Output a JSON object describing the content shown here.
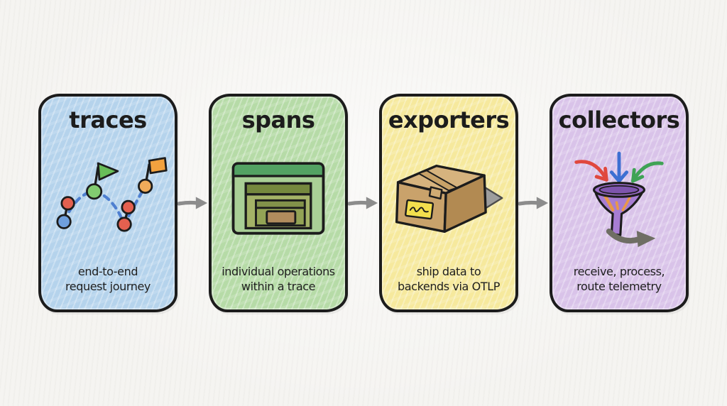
{
  "diagram_title": "",
  "palette": {
    "paper": "#f5f4f1",
    "ink": "#1c1c1c",
    "connector_arrow_gray": "#8c8c8c",
    "card_traces_blue": "#b5d3ec",
    "card_spans_green": "#b6dba7",
    "card_exporters_yellow": "#f6e99d",
    "card_collectors_purple": "#d9c3e9",
    "trace_dot_red": "#e4604f",
    "trace_dot_blue": "#6f9fdd",
    "trace_dot_green": "#82cb70",
    "trace_dot_orange": "#f0ab5a",
    "funnel_arrow_red": "#e0483e",
    "funnel_arrow_blue": "#3d6fd2",
    "funnel_arrow_green": "#3fa355",
    "box_brown": "#c9a26b",
    "funnel_purple": "#a77dd2"
  },
  "cards": [
    {
      "title": "traces",
      "lines": [
        "end-to-end",
        "request journey"
      ],
      "bg": "#b5d3ec",
      "icon": "trace-journey-icon"
    },
    {
      "title": "spans",
      "lines": [
        "individual operations",
        "within a trace"
      ],
      "bg": "#b6dba7",
      "icon": "nested-spans-icon"
    },
    {
      "title": "exporters",
      "lines": [
        "ship data to",
        "backends via OTLP"
      ],
      "bg": "#f6e99d",
      "icon": "shipping-box-icon"
    },
    {
      "title": "collectors",
      "lines": [
        "receive, process,",
        "route telemetry"
      ],
      "bg": "#d9c3e9",
      "icon": "funnel-icon"
    }
  ]
}
